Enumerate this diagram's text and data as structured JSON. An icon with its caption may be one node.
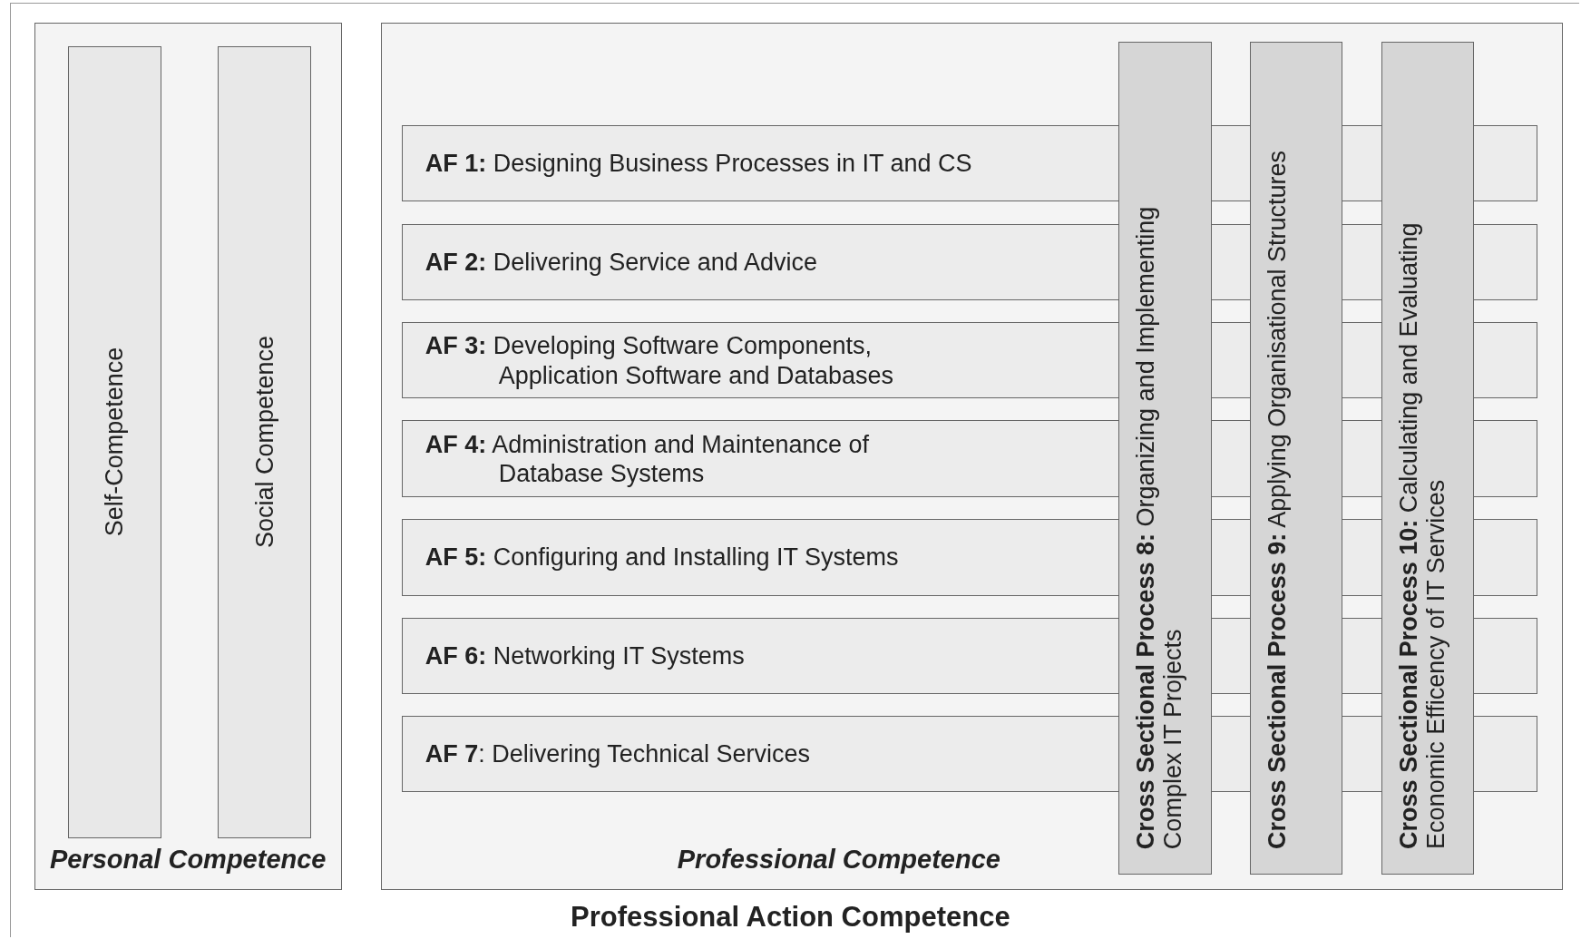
{
  "diagram": {
    "nodes": [
      {
        "text": [
          "Professional Action Competence"
        ]
      },
      {
        "text": [
          "Personal Competence"
        ],
        "in": 0
      },
      {
        "text": [
          "Self-Competence"
        ],
        "in": 1
      },
      {
        "text": [
          "Social Competence"
        ],
        "in": 1
      },
      {
        "text": [
          "Professional Competence"
        ],
        "in": 0
      },
      {
        "text": [
          "**AF 1:** Designing Business Processes in IT and CS"
        ],
        "in": 4
      },
      {
        "text": [
          "**AF 2:** Delivering Service and Advice"
        ],
        "in": 4
      },
      {
        "text": [
          "**AF 3:** Developing Software Components, Application Software and Databases"
        ],
        "in": 4
      },
      {
        "text": [
          "**AF 4:**  Administration and Maintenance of Database Systems"
        ],
        "in": 4
      },
      {
        "text": [
          "**AF 5:** Configuring and Installing IT Systems"
        ],
        "in": 4
      },
      {
        "text": [
          "**AF 6:** Networking IT Systems"
        ],
        "in": 4
      },
      {
        "text": [
          "**AF 7**: Delivering Technical Services"
        ],
        "in": 4
      },
      {
        "text": [
          "**Cross Sectional Process 8:** Organizing and Implementing Complex IT Projects"
        ],
        "in": 4
      },
      {
        "text": [
          "**Cross Sectional Process 9:** Applying Organisational Structures"
        ],
        "in": 4
      },
      {
        "text": [
          "**Cross Sectional Process 10:** Calculating and Evaluating Economic Efficency of IT Services"
        ],
        "in": 4
      }
    ]
  }
}
